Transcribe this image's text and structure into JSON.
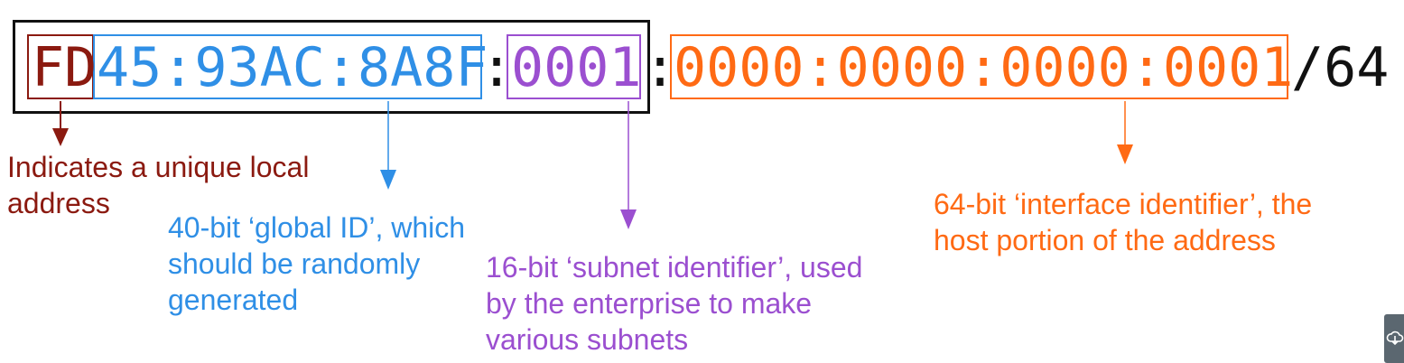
{
  "address": {
    "prefix": "FD",
    "global_id": "45:93AC:8A8F",
    "sep1": ":",
    "subnet_id": "0001",
    "sep2": ":",
    "interface_id": "0000:0000:0000:0001",
    "prefix_length": "/64"
  },
  "notes": {
    "unique_local": [
      "Indicates a unique local",
      "address"
    ],
    "global_id": [
      "40-bit ‘global ID’, which",
      "should be randomly",
      "generated"
    ],
    "subnet_id": [
      "16-bit ‘subnet identifier’, used",
      "by the enterprise to make",
      "various subnets"
    ],
    "interface_id": [
      "64-bit ‘interface identifier’, the",
      "host portion of the address"
    ]
  },
  "colors": {
    "prefix": "#8b1a10",
    "global_id": "#2f8fe6",
    "subnet_id": "#9b4fd0",
    "interface_id": "#ff6a14",
    "text": "#111111"
  },
  "widget": {
    "icon": "cloud-icon"
  }
}
